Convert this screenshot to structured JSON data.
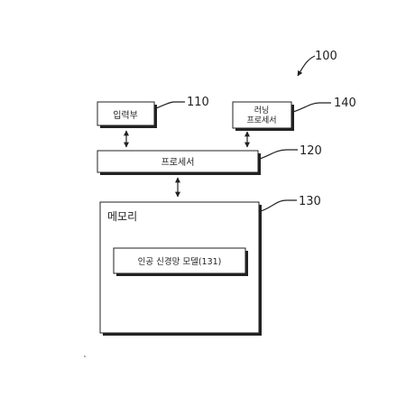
{
  "figure": {
    "reference": "100",
    "input_unit": {
      "ref": "110",
      "label": "입력부"
    },
    "learning_processor": {
      "ref": "140",
      "line1": "러닝",
      "line2": "프로세서"
    },
    "processor": {
      "ref": "120",
      "label": "프로세서"
    },
    "memory": {
      "ref": "130",
      "label": "메모리"
    },
    "ann_model": {
      "label": "인공 신경망 모델(131)"
    }
  }
}
